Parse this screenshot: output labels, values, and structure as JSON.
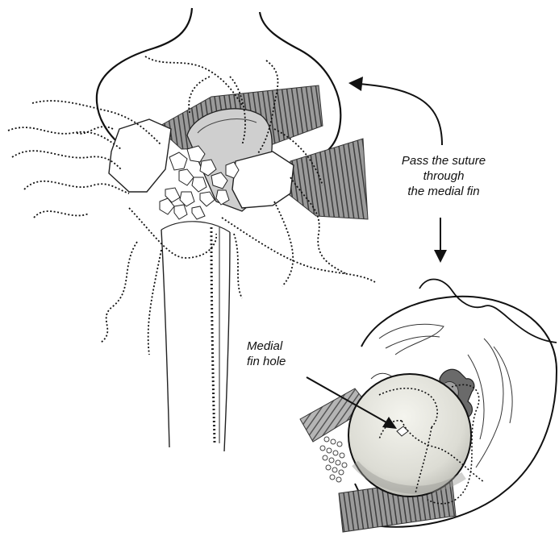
{
  "annotations": {
    "pass_suture": [
      "Pass the suture",
      "through",
      "the medial fin"
    ],
    "medial_fin_hole": [
      "Medial",
      "fin hole"
    ]
  },
  "colors": {
    "ink": "#111111",
    "muscle_dark": "#4a4a4a",
    "muscle_mid": "#8a8a8a",
    "bone_fill": "#ffffff",
    "implant_fill": "#e8e8e2",
    "implant_shade": "#c9c9c2"
  }
}
